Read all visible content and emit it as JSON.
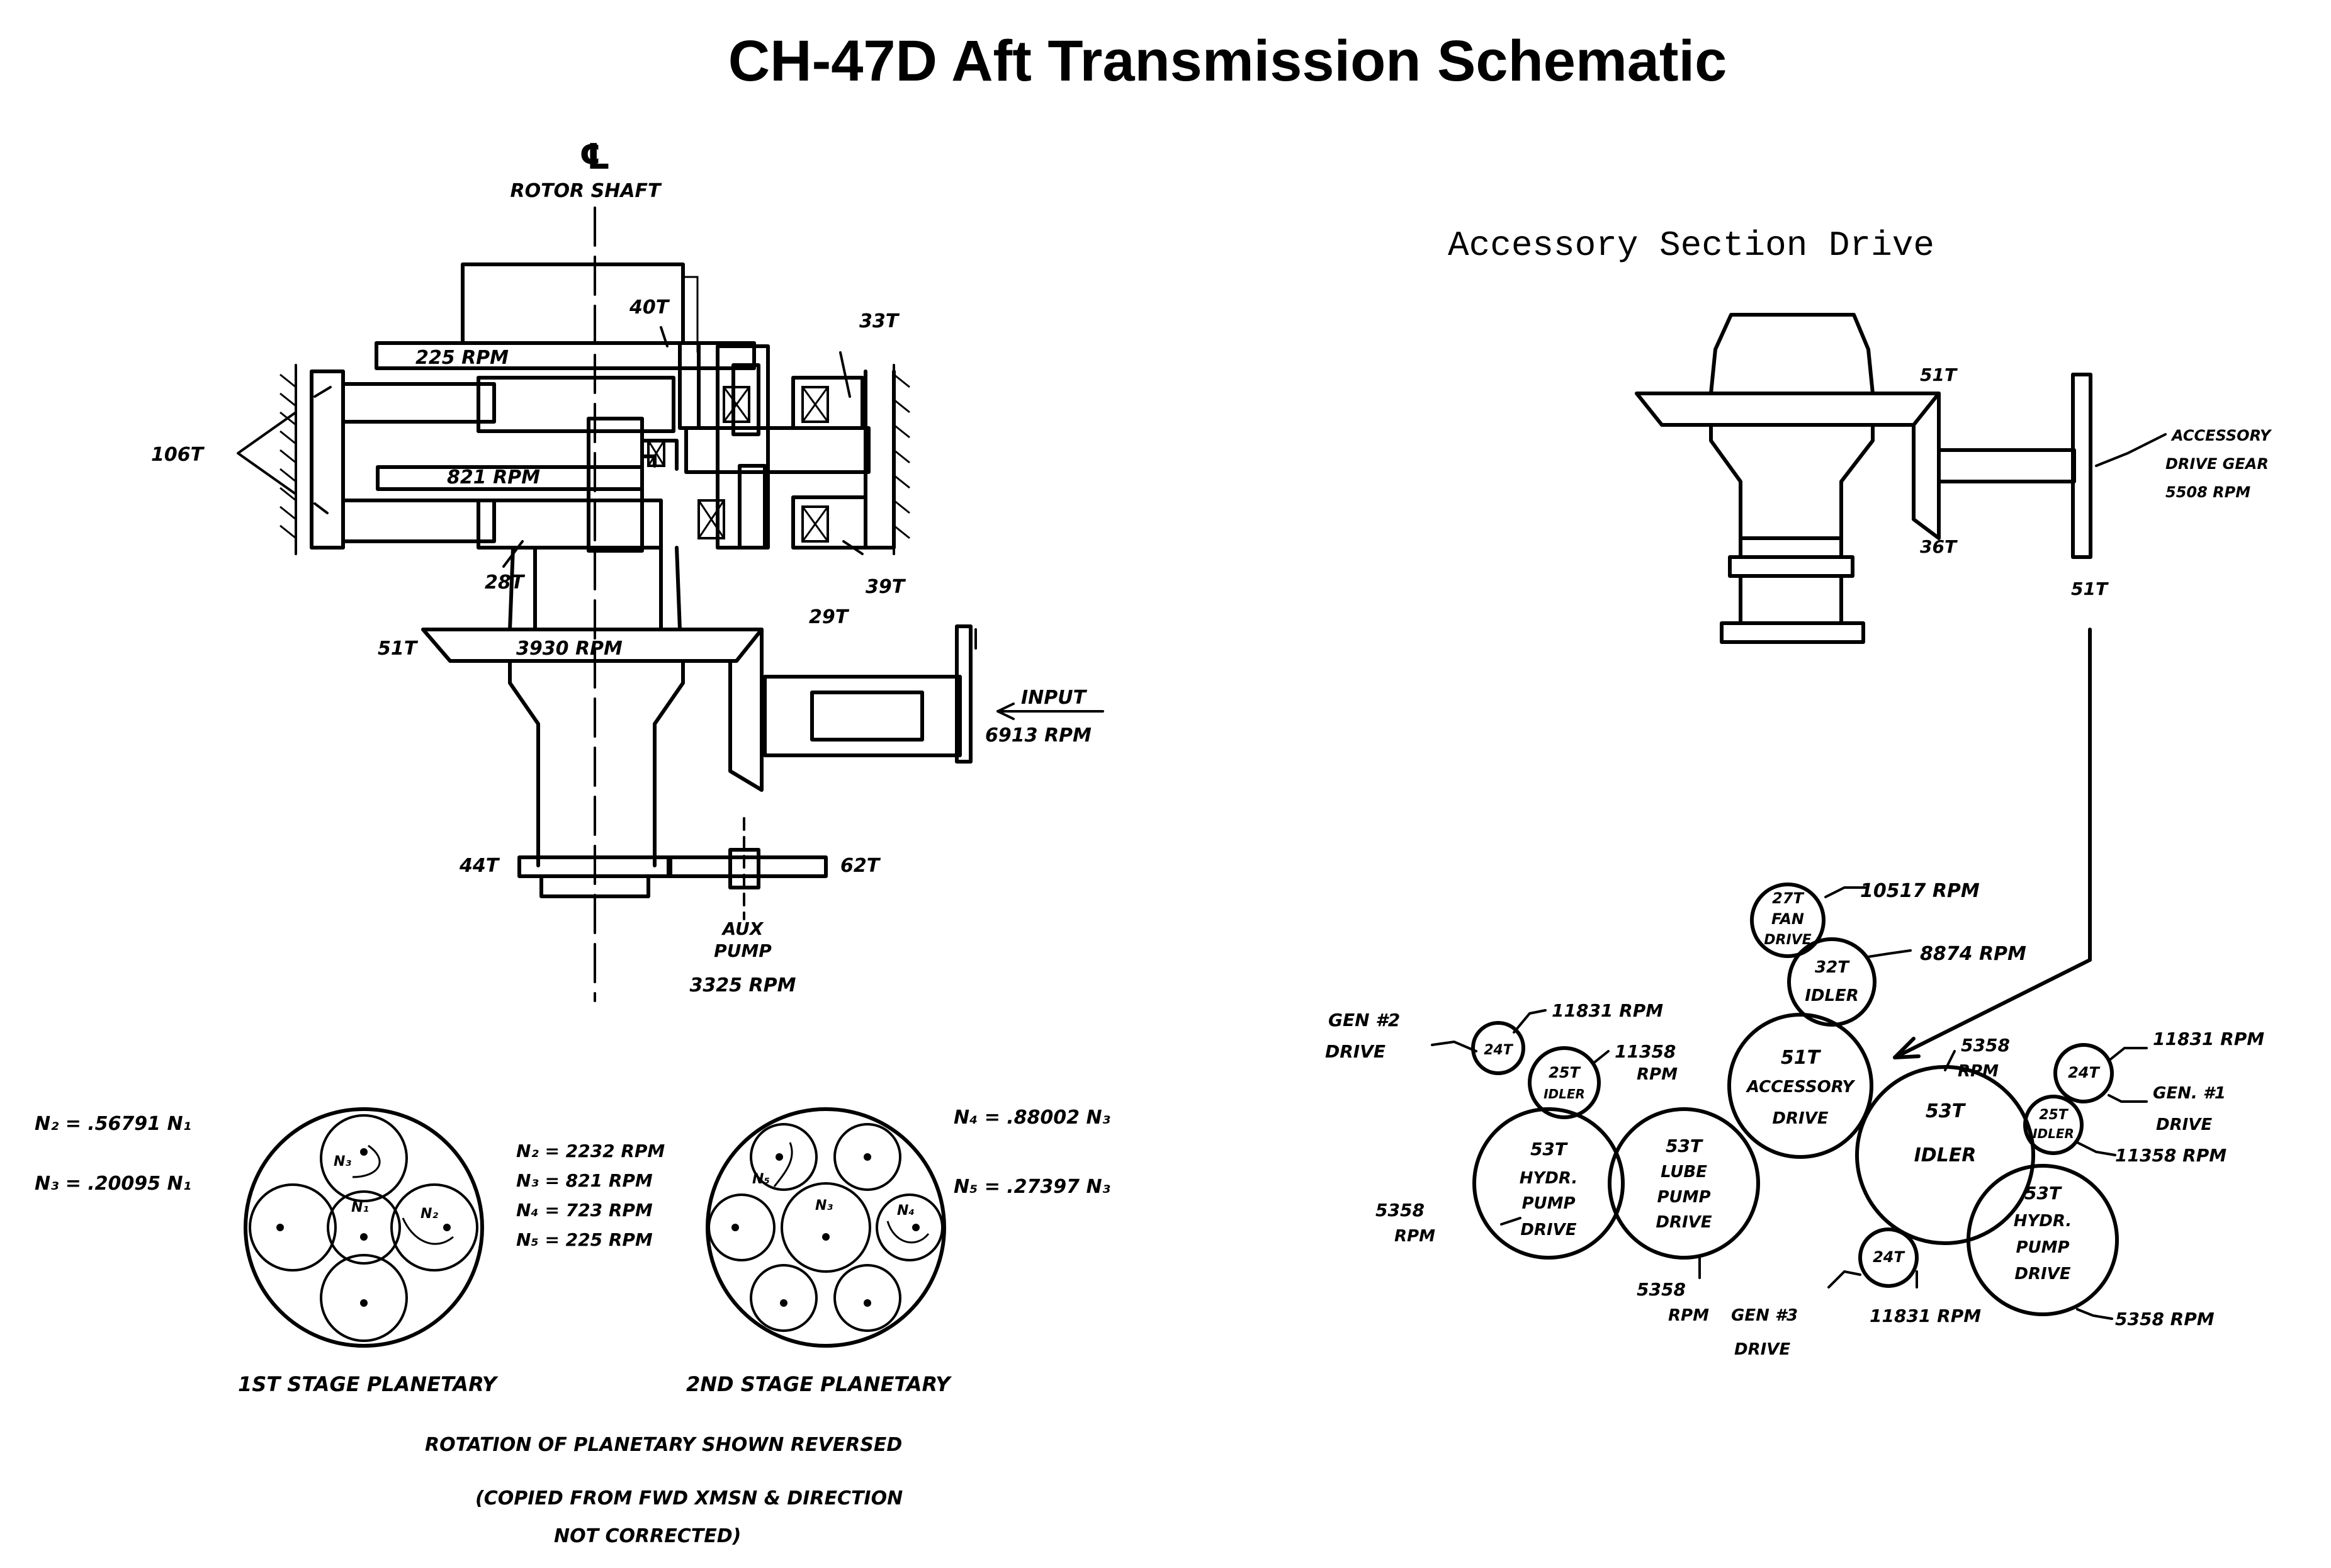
{
  "title": "CH-47D Aft Transmission Schematic",
  "left_section": {
    "centerline_symbol": "℄",
    "rotor_shaft": "ROTOR SHAFT",
    "gear_106t": "106T",
    "gear_40t": "40T",
    "gear_33t": "33T",
    "rpm_225": "225 RPM",
    "rpm_821": "821 RPM",
    "gear_28t": "28T",
    "gear_39t": "39T",
    "gear_51t": "51T",
    "rpm_3930": "3930 RPM",
    "gear_29t": "29T",
    "input_label": "INPUT",
    "input_rpm": "6913 RPM",
    "gear_44t": "44T",
    "gear_62t": "62T",
    "aux_pump_1": "AUX",
    "aux_pump_2": "PUMP",
    "aux_pump_rpm": "3325 RPM"
  },
  "planetary": {
    "eq_n2": "N₂ = .56791 N₁",
    "eq_n3": "N₃ = .20095 N₁",
    "rpm_n2": "N₂ = 2232 RPM",
    "rpm_n3": "N₃ = 821 RPM",
    "rpm_n4": "N₄ = 723 RPM",
    "rpm_n5": "N₅ = 225 RPM",
    "eq_n4": "N₄ = .88002 N₃",
    "eq_n5": "N₅ = .27397 N₃",
    "n1": "N₁",
    "n2": "N₂",
    "n3": "N₃",
    "n4": "N₄",
    "n5": "N₅",
    "stage1": "1ST STAGE PLANETARY",
    "stage2": "2ND STAGE PLANETARY",
    "note_1": "ROTATION OF PLANETARY SHOWN REVERSED",
    "note_2": "(COPIED FROM FWD XMSN & DIRECTION",
    "note_3": "NOT CORRECTED)"
  },
  "accessory": {
    "heading": "Accessory Section Drive",
    "gear_51t_top": "51T",
    "gear_36t": "36T",
    "gear_51t_right": "51T",
    "drive_gear_1": "ACCESSORY",
    "drive_gear_2": "DRIVE GEAR",
    "drive_gear_rpm": "5508 RPM",
    "fan_1": "27T",
    "fan_2": "FAN",
    "fan_3": "DRIVE",
    "fan_rpm": "10517 RPM",
    "idler32_1": "32T",
    "idler32_2": "IDLER",
    "idler32_rpm": "8874 RPM",
    "acc_1": "51T",
    "acc_2": "ACCESSORY",
    "acc_3": "DRIVE",
    "idler53_1": "53T",
    "idler53_2": "IDLER",
    "idler53_rpm_1": "5358",
    "idler53_rpm_2": "RPM",
    "gen2_1": "GEN #2",
    "gen2_2": "DRIVE",
    "gen2_24t": "24T",
    "gen2_rpm": "11831 RPM",
    "idler25l_1": "25T",
    "idler25l_2": "IDLER",
    "idler25l_rpm_1": "11358",
    "idler25l_rpm_2": "RPM",
    "hydl_1": "53T",
    "hydl_2": "HYDR.",
    "hydl_3": "PUMP",
    "hydl_4": "DRIVE",
    "hydl_rpm_1": "5358",
    "hydl_rpm_2": "RPM",
    "lube_1": "53T",
    "lube_2": "LUBE",
    "lube_3": "PUMP",
    "lube_4": "DRIVE",
    "lube_rpm_1": "5358",
    "lube_rpm_2": "RPM",
    "gen3_24t": "24T",
    "gen3_1": "GEN #3",
    "gen3_2": "DRIVE",
    "gen3_rpm": "11831 RPM",
    "gen1_24t": "24T",
    "gen1_rpm": "11831 RPM",
    "gen1_1": "GEN. #1",
    "gen1_2": "DRIVE",
    "idler25r_1": "25T",
    "idler25r_2": "IDLER",
    "idler25r_rpm": "11358 RPM",
    "hydr_1": "53T",
    "hydr_2": "HYDR.",
    "hydr_3": "PUMP",
    "hydr_4": "DRIVE",
    "hydr_rpm": "5358 RPM"
  }
}
